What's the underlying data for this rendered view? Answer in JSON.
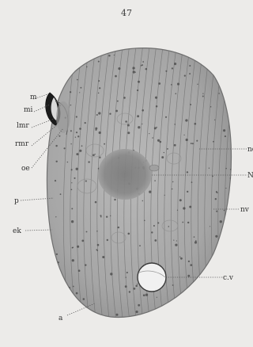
{
  "page_number": "47",
  "labels": {
    "m": "m",
    "mi": "mi",
    "lmr": "lmr",
    "rmr": "rmr",
    "oe": "oe",
    "p": "p",
    "ek": "ek",
    "a": "a",
    "nc": "nc",
    "N": "N",
    "nv": "nv",
    "cv": "c.v"
  }
}
